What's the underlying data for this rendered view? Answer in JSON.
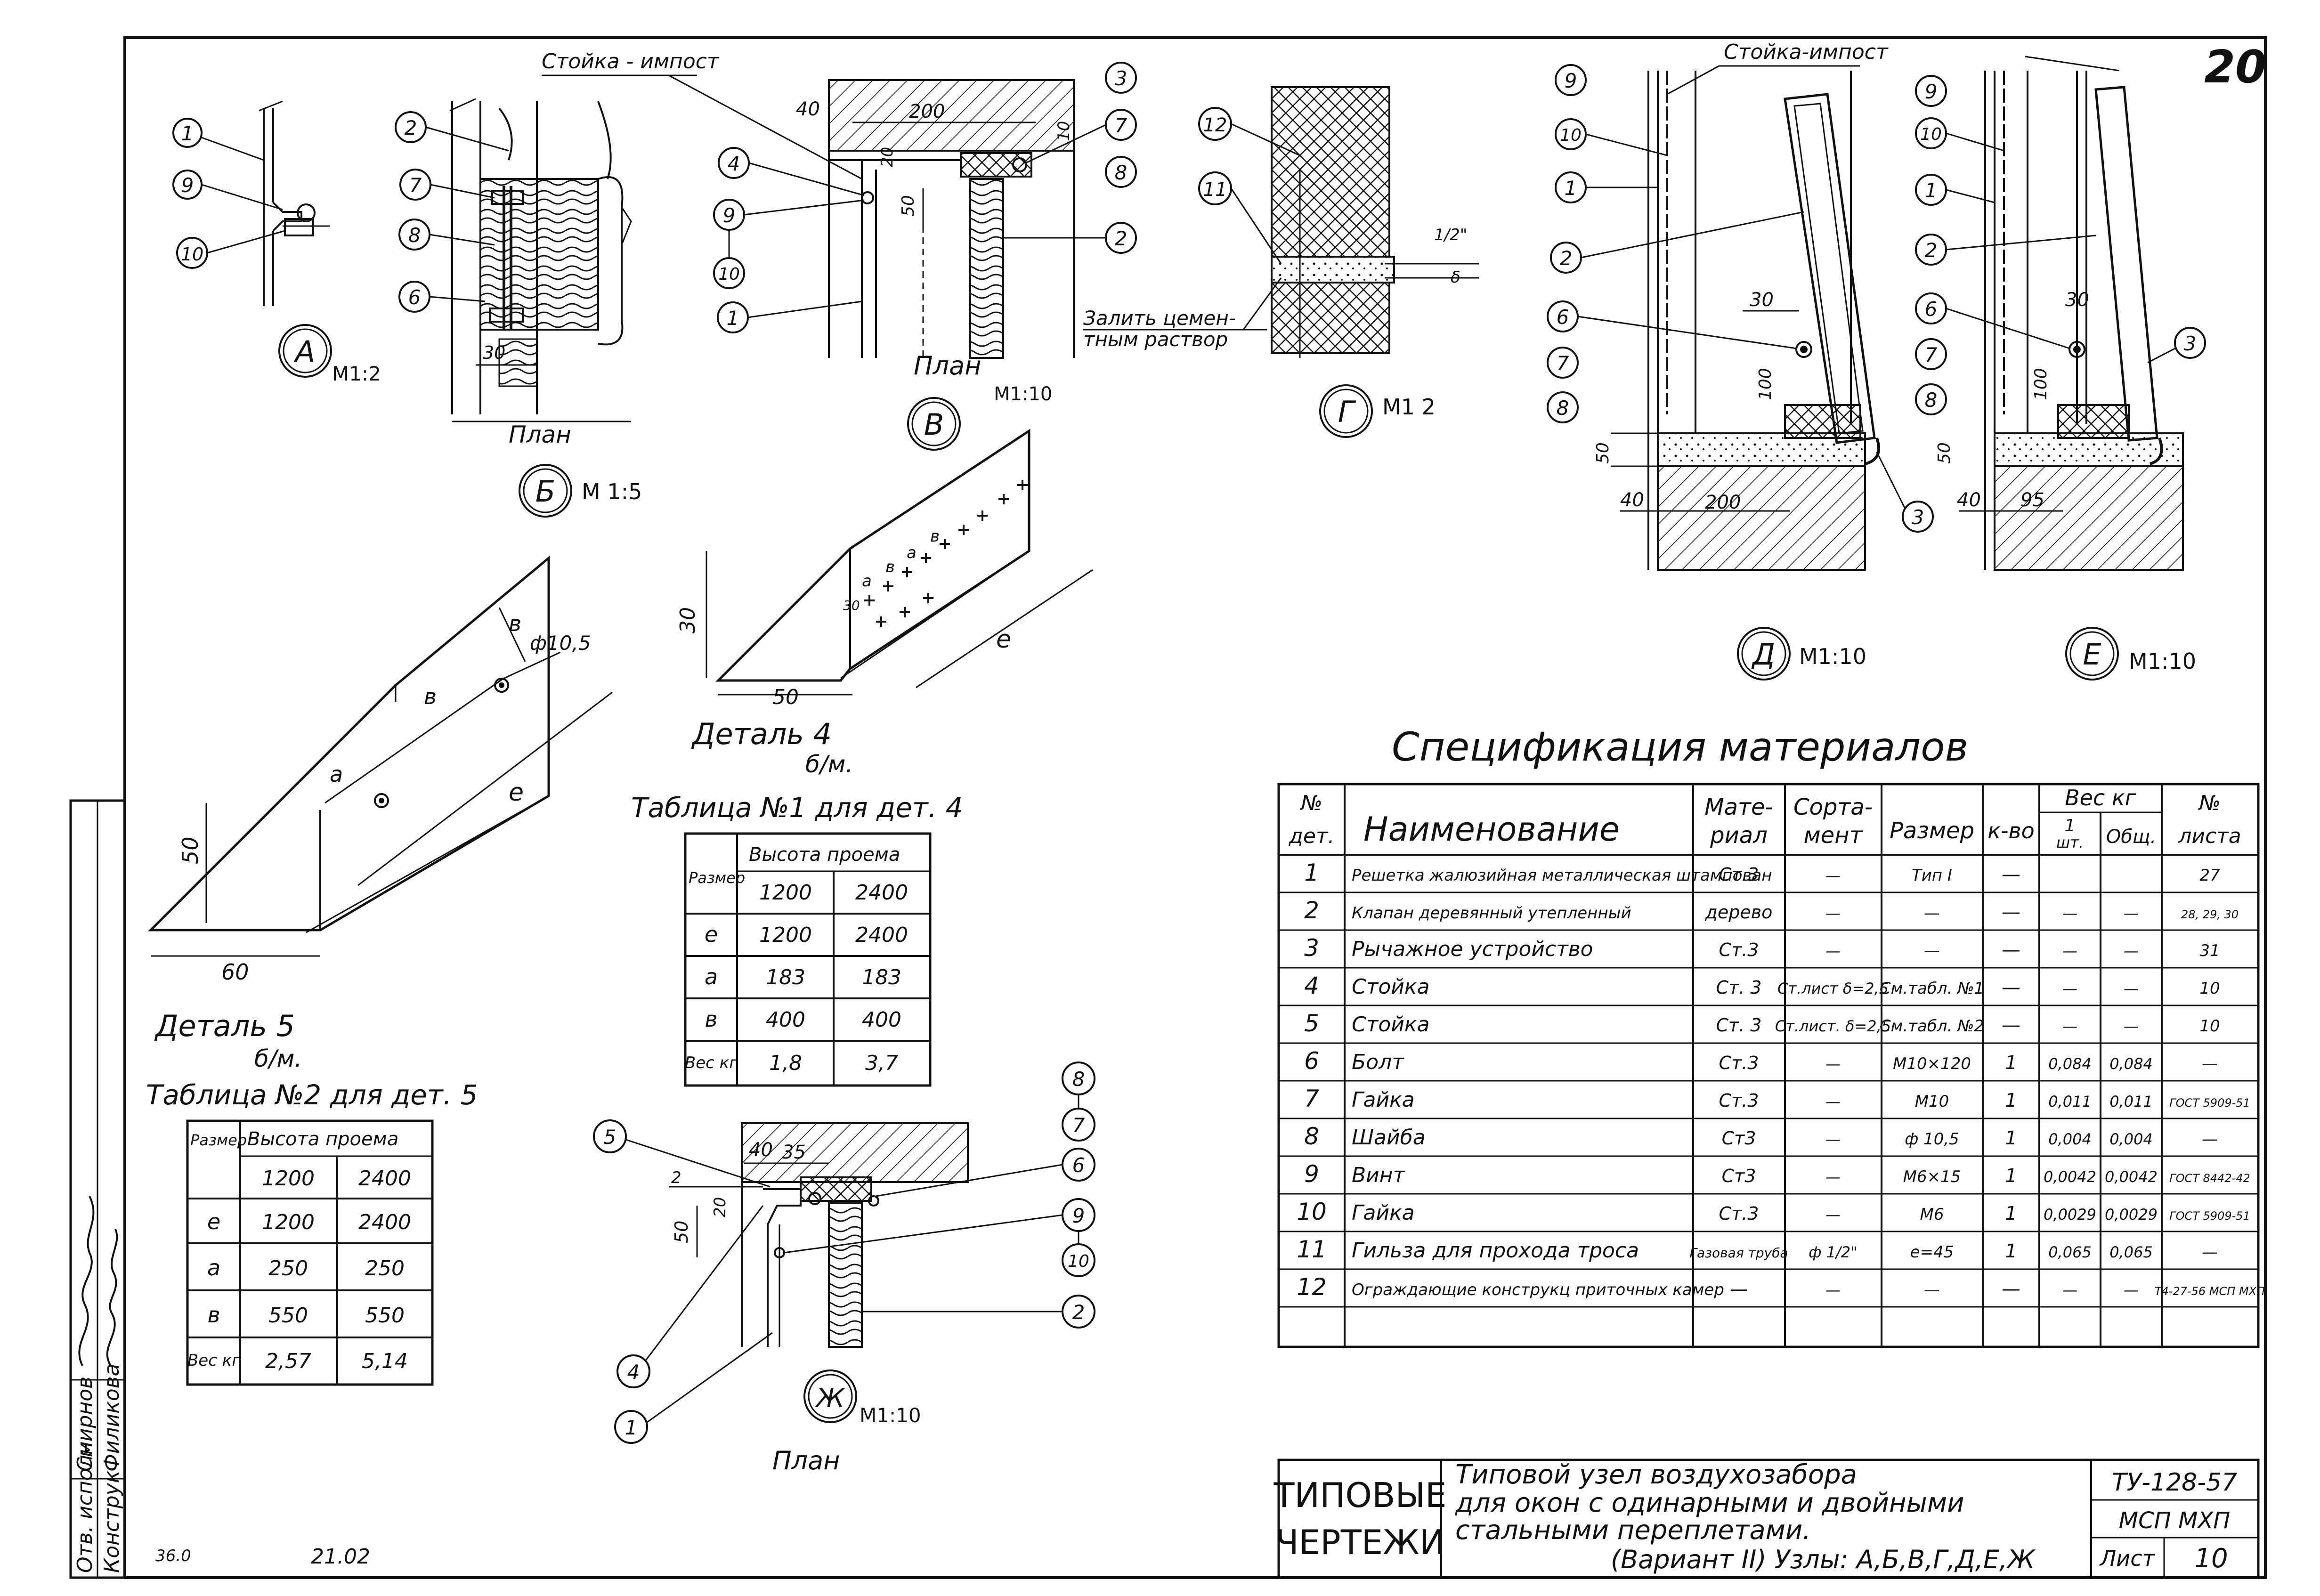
{
  "sheet_number": "20",
  "stamp": {
    "left_label": [
      "ТИПОВЫЕ",
      "ЧЕРТЕЖИ"
    ],
    "title_lines": [
      "Типовой узел воздухозабора",
      "для окон с одинарными и двойными",
      "стальными переплетами.",
      "(Вариант II) Узлы: А,Б,В,Г,Д,Е,Ж"
    ],
    "code": "ТУ-128-57",
    "org": "МСП МХП",
    "list_label": "Лист",
    "list_value": "10"
  },
  "side_stamp": {
    "roles": [
      "Отв. исполн",
      "Конструк"
    ],
    "names": [
      "Смирнов",
      "Филикова"
    ],
    "extra": [
      "36.0",
      "21.02"
    ]
  },
  "spec": {
    "title": "Спецификация материалов",
    "headers": {
      "num": [
        "№",
        "дет."
      ],
      "name": "Наименование",
      "mat": [
        "Мате-",
        "риал"
      ],
      "sort": [
        "Сорта-",
        "мент"
      ],
      "size": "Размер",
      "qty": "к-во",
      "weight": "Вес кг",
      "w1": [
        "1",
        "шт."
      ],
      "wt": "Общ.",
      "sheet": [
        "№",
        "листа"
      ]
    },
    "rows": [
      {
        "num": "1",
        "name": "Решетка жалюзийная металлическая штампован",
        "mat": "Ст.3",
        "sort": "—",
        "size": "Тип I",
        "qty": "—",
        "w1": "",
        "wt": "",
        "sheet": "27"
      },
      {
        "num": "2",
        "name": "Клапан деревянный утепленный",
        "mat": "дерево",
        "sort": "—",
        "size": "—",
        "qty": "—",
        "w1": "—",
        "wt": "—",
        "sheet": "28, 29, 30"
      },
      {
        "num": "3",
        "name": "Рычажное устройство",
        "mat": "Ст.3",
        "sort": "—",
        "size": "—",
        "qty": "—",
        "w1": "—",
        "wt": "—",
        "sheet": "31"
      },
      {
        "num": "4",
        "name": "Стойка",
        "mat": "Ст. 3",
        "sort": "Ст.лист δ=2,5",
        "size": "См.табл. №1",
        "qty": "—",
        "w1": "—",
        "wt": "—",
        "sheet": "10"
      },
      {
        "num": "5",
        "name": "Стойка",
        "mat": "Ст. 3",
        "sort": "Ст.лист. δ=2,5",
        "size": "См.табл. №2",
        "qty": "—",
        "w1": "—",
        "wt": "—",
        "sheet": "10"
      },
      {
        "num": "6",
        "name": "Болт",
        "mat": "Ст.3",
        "sort": "—",
        "size": "М10×120",
        "qty": "1",
        "w1": "0,084",
        "wt": "0,084",
        "sheet": "—"
      },
      {
        "num": "7",
        "name": "Гайка",
        "mat": "Ст.3",
        "sort": "—",
        "size": "М10",
        "qty": "1",
        "w1": "0,011",
        "wt": "0,011",
        "sheet": "ГОСТ 5909-51"
      },
      {
        "num": "8",
        "name": "Шайба",
        "mat": "Ст3",
        "sort": "—",
        "size": "ф 10,5",
        "qty": "1",
        "w1": "0,004",
        "wt": "0,004",
        "sheet": "—"
      },
      {
        "num": "9",
        "name": "Винт",
        "mat": "Ст3",
        "sort": "—",
        "size": "М6×15",
        "qty": "1",
        "w1": "0,0042",
        "wt": "0,0042",
        "sheet": "ГОСТ 8442-42"
      },
      {
        "num": "10",
        "name": "Гайка",
        "mat": "Ст.3",
        "sort": "—",
        "size": "М6",
        "qty": "1",
        "w1": "0,0029",
        "wt": "0,0029",
        "sheet": "ГОСТ 5909-51"
      },
      {
        "num": "11",
        "name": "Гильза для прохода троса",
        "mat": "Газовая труба",
        "sort": "ф 1/2\"",
        "size": "е=45",
        "qty": "1",
        "w1": "0,065",
        "wt": "0,065",
        "sheet": "—"
      },
      {
        "num": "12",
        "name": "Ограждающие конструкц приточных камер",
        "mat": "—",
        "sort": "—",
        "size": "—",
        "qty": "—",
        "w1": "—",
        "wt": "—",
        "sheet": "Т4-27-56 МСП МХП"
      }
    ]
  },
  "table1": {
    "title": "Таблица №1 для дет. 4",
    "header_size": "Размер",
    "header_height": "Высота проема",
    "cols": [
      "1200",
      "2400"
    ],
    "rows": [
      {
        "label": "е",
        "v": [
          "1200",
          "2400"
        ]
      },
      {
        "label": "а",
        "v": [
          "183",
          "183"
        ]
      },
      {
        "label": "в",
        "v": [
          "400",
          "400"
        ]
      },
      {
        "label": "Вес кг",
        "v": [
          "1,8",
          "3,7"
        ]
      }
    ]
  },
  "table2": {
    "title": "Таблица №2 для дет. 5",
    "header_size": "Размер",
    "header_height": "Высота проема",
    "cols": [
      "1200",
      "2400"
    ],
    "rows": [
      {
        "label": "е",
        "v": [
          "1200",
          "2400"
        ]
      },
      {
        "label": "а",
        "v": [
          "250",
          "250"
        ]
      },
      {
        "label": "в",
        "v": [
          "550",
          "550"
        ]
      },
      {
        "label": "Вес кг",
        "v": [
          "2,57",
          "5,14"
        ]
      }
    ]
  },
  "details": {
    "A": {
      "letter": "А",
      "scale": "М1:2",
      "marks": [
        "1",
        "9",
        "10"
      ]
    },
    "B": {
      "letter": "Б",
      "scale": "М 1:5",
      "plan": "План",
      "marks": [
        "2",
        "7",
        "8",
        "6"
      ],
      "dim": "30"
    },
    "V": {
      "letter": "В",
      "scale": "М1:10",
      "plan": "План",
      "callout": "Стойка - импост",
      "marks": [
        "4",
        "9",
        "10",
        "1",
        "2",
        "3",
        "7",
        "8"
      ],
      "dims": [
        "40",
        "200",
        "20",
        "50",
        "10"
      ]
    },
    "G": {
      "letter": "Г",
      "scale": "М1 2",
      "marks": [
        "12",
        "11"
      ],
      "note": [
        "Залить цемен-",
        "тным раствор"
      ],
      "dims": [
        "1/2\"",
        "δ"
      ]
    },
    "D": {
      "letter": "Д",
      "scale": "М1:10",
      "callout": "Стойка-импост",
      "marks": [
        "9",
        "10",
        "1",
        "2",
        "6",
        "7",
        "8",
        "3"
      ],
      "dims": [
        "30",
        "100",
        "50",
        "40",
        "200"
      ]
    },
    "E": {
      "letter": "Е",
      "scale": "М1:10",
      "marks": [
        "9",
        "10",
        "1",
        "2",
        "6",
        "7",
        "8",
        "3"
      ],
      "dims": [
        "30",
        "100",
        "50",
        "40",
        "95"
      ]
    },
    "ZH": {
      "letter": "Ж",
      "scale": "М1:10",
      "plan": "План",
      "marks": [
        "5",
        "8",
        "7",
        "6",
        "9",
        "10",
        "2",
        "4",
        "1"
      ],
      "dims": [
        "40",
        "35",
        "2",
        "20",
        "50"
      ]
    },
    "det4": {
      "title": "Деталь 4",
      "sub": "б/м.",
      "dims": [
        "30",
        "50",
        "е",
        "а",
        "в",
        "30",
        "а",
        "в"
      ]
    },
    "det5": {
      "title": "Деталь 5",
      "sub": "б/м.",
      "dims": [
        "50",
        "60",
        "е",
        "в",
        "а",
        "в",
        "ф10,5"
      ]
    }
  }
}
